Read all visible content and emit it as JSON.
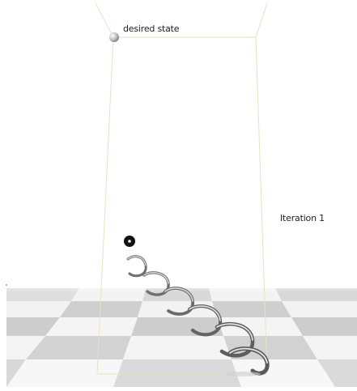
{
  "labels": {
    "desired_state": "desired state",
    "iteration": "Iteration 1"
  },
  "scene": {
    "target_sphere": "desired-state-sphere",
    "start_marker": "start-point-marker",
    "helix_loops": 5
  },
  "colors": {
    "floor_light": "#f4f4f4",
    "floor_dark": "#cfcfcf",
    "box_edge": "#e9e6c8",
    "tube": "#8a8a8a"
  }
}
